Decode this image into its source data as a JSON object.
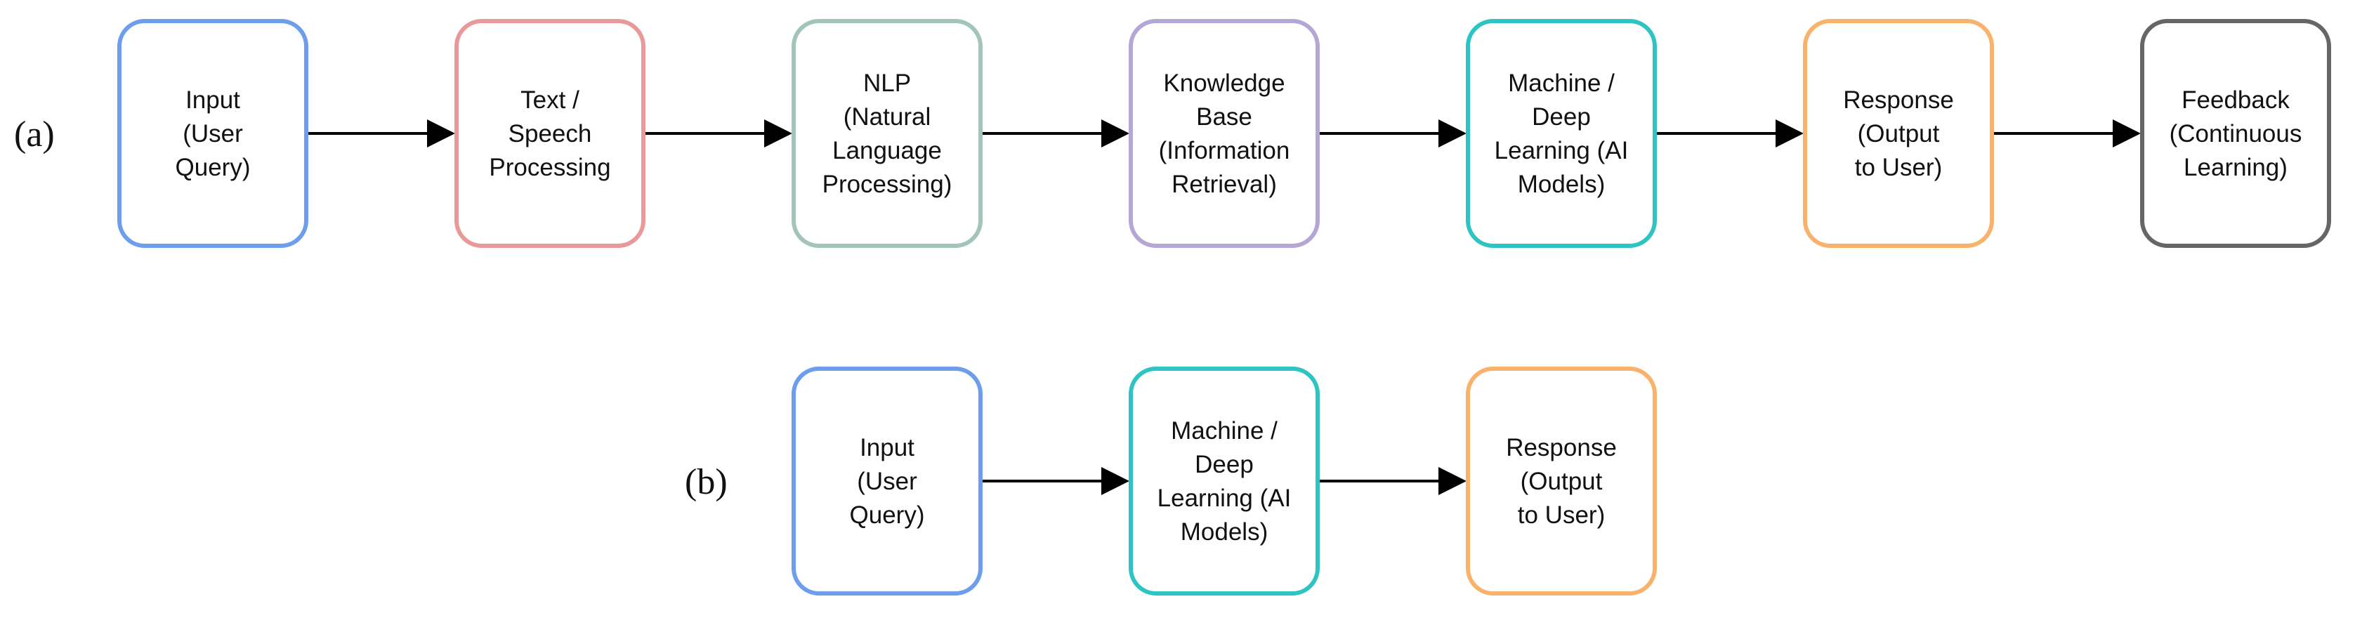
{
  "diagram": {
    "rows": [
      {
        "label": "(a)",
        "nodes": [
          {
            "id": "a-input",
            "lines": [
              "Input",
              "(User",
              "Query)"
            ],
            "color": "#6d9eeb"
          },
          {
            "id": "a-speech",
            "lines": [
              "Text /",
              "Speech",
              "Processing"
            ],
            "color": "#ea9999"
          },
          {
            "id": "a-nlp",
            "lines": [
              "NLP",
              "(Natural",
              "Language",
              "Processing)"
            ],
            "color": "#a2c4b9"
          },
          {
            "id": "a-kb",
            "lines": [
              "Knowledge",
              "Base",
              "(Information",
              "Retrieval)"
            ],
            "color": "#b4a7d6"
          },
          {
            "id": "a-ml",
            "lines": [
              "Machine /",
              "Deep",
              "Learning (AI",
              "Models)"
            ],
            "color": "#2ec4c4"
          },
          {
            "id": "a-response",
            "lines": [
              "Response",
              "(Output",
              "to User)"
            ],
            "color": "#f9b26b"
          },
          {
            "id": "a-feedback",
            "lines": [
              "Feedback",
              "(Continuous",
              "Learning)"
            ],
            "color": "#666666"
          }
        ]
      },
      {
        "label": "(b)",
        "nodes": [
          {
            "id": "b-input",
            "lines": [
              "Input",
              "(User",
              "Query)"
            ],
            "color": "#6d9eeb"
          },
          {
            "id": "b-ml",
            "lines": [
              "Machine /",
              "Deep",
              "Learning (AI",
              "Models)"
            ],
            "color": "#2ec4c4"
          },
          {
            "id": "b-response",
            "lines": [
              "Response",
              "(Output",
              "to User)"
            ],
            "color": "#f9b26b"
          }
        ]
      }
    ]
  }
}
